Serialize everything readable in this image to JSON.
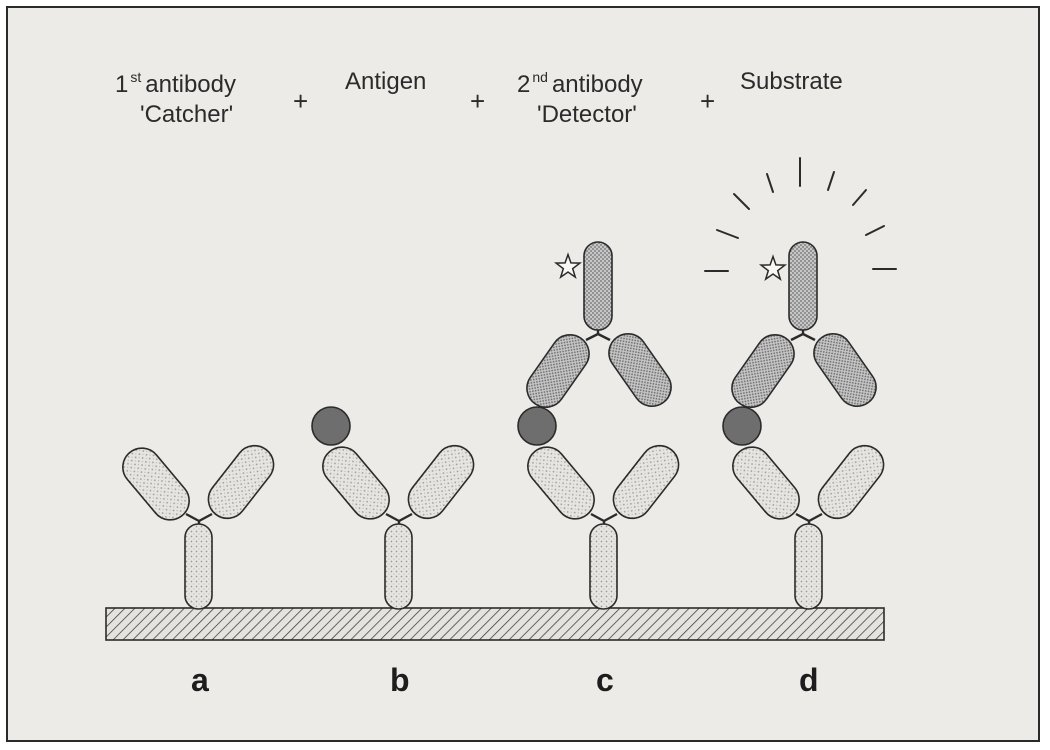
{
  "header": {
    "first_antibody": {
      "ordinal": "1",
      "suffix": "st",
      "name": "antibody",
      "role": "'Catcher'"
    },
    "antigen": "Antigen",
    "second_antibody": {
      "ordinal": "2",
      "suffix": "nd",
      "name": "antibody",
      "role": "'Detector'"
    },
    "substrate": "Substrate",
    "plus": "+"
  },
  "panels": [
    "a",
    "b",
    "c",
    "d"
  ],
  "colors": {
    "background": "#ecebe7",
    "antibody_light": "#e3e2de",
    "antibody_dark": "#a8a8a8",
    "antigen": "#6e6e6e",
    "outline": "#2b2b2b"
  },
  "icons": [
    "star-label-icon",
    "light-rays-icon"
  ]
}
